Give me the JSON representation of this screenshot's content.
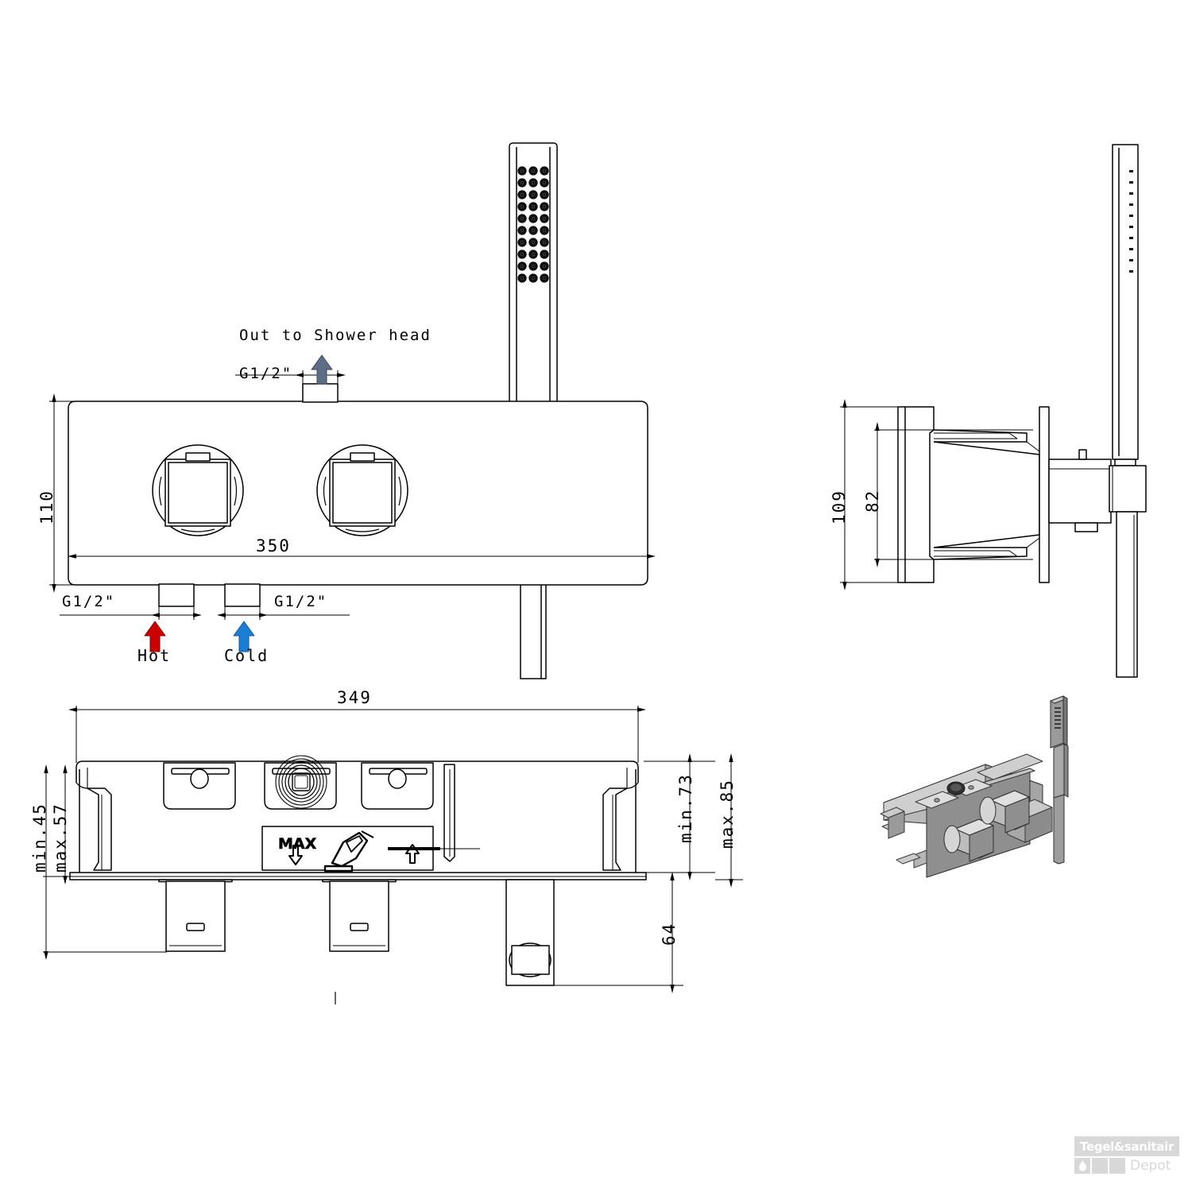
{
  "document": {
    "type": "technical-drawing",
    "subject": "Concealed thermostatic shower mixer with hand shower"
  },
  "front_view": {
    "labels": {
      "out_to_shower_head": "Out to Shower head",
      "outlet_thread": "G1/2\"",
      "hot_thread": "G1/2\"",
      "cold_thread": "G1/2\"",
      "hot": "Hot",
      "cold": "Cold",
      "height": "110",
      "width": "350"
    },
    "colors": {
      "hot_arrow": "#cc0000",
      "cold_arrow": "#1a7fd4",
      "outlet_arrow": "#5d6d86",
      "line": "#000000"
    }
  },
  "side_view": {
    "labels": {
      "overall_depth": "109",
      "body_depth": "82"
    }
  },
  "bottom_view": {
    "labels": {
      "width": "349",
      "min_front": "min.45",
      "max_front": "max.57",
      "min_rear": "min.73",
      "max_rear": "max.85",
      "outlet_drop": "64",
      "max_marker": "MAX"
    }
  },
  "isometric_view": {
    "label": "isometric-product-render"
  },
  "watermark": {
    "brand": "Tegel&sanitair",
    "suffix": "Depot",
    "color": "#d5d5d5"
  }
}
